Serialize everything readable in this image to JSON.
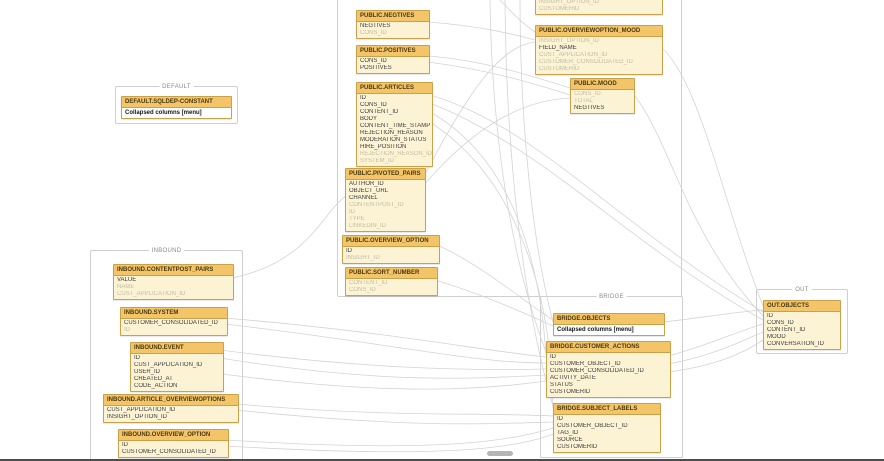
{
  "colors": {
    "table_header_bg": "#F4C469",
    "table_body_bg": "#FCF3D5",
    "table_border": "#C9A14B",
    "muted_column_text": "#C2BCA2",
    "relation_line": "#D4D4D4",
    "group_border": "#CFCFCF"
  },
  "groups": {
    "default": {
      "label": "DEFAULT"
    },
    "inbound": {
      "label": "INBOUND"
    },
    "bridge": {
      "label": "BRIDGE"
    },
    "out": {
      "label": "OUT"
    }
  },
  "tables": {
    "cropped_top": {
      "name": "",
      "columns": [
        {
          "name": "INSIGHT_OPTION_ID",
          "muted": true
        },
        {
          "name": "CUSTOMERID",
          "muted": true
        }
      ]
    },
    "public_negtives": {
      "name": "PUBLIC.NEGTIVES",
      "columns": [
        {
          "name": "NEGTIVES",
          "muted": false
        },
        {
          "name": "CONS_ID",
          "muted": true
        }
      ]
    },
    "public_positives": {
      "name": "PUBLIC.POSITIVES",
      "columns": [
        {
          "name": "CONS_ID",
          "muted": false
        },
        {
          "name": "POSITIVES",
          "muted": false
        }
      ]
    },
    "public_articles": {
      "name": "PUBLIC.ARTICLES",
      "columns": [
        {
          "name": "ID",
          "muted": false
        },
        {
          "name": "CONS_ID",
          "muted": false
        },
        {
          "name": "CONTENT_ID",
          "muted": false
        },
        {
          "name": "BODY",
          "muted": false
        },
        {
          "name": "CONTENT_TIME_STAMP",
          "muted": false
        },
        {
          "name": "REJECTION_REASON",
          "muted": false
        },
        {
          "name": "MODERATION_STATUS",
          "muted": false
        },
        {
          "name": "HIRE_POSITION",
          "muted": false
        },
        {
          "name": "REJECTION_REASON_ID",
          "muted": true
        },
        {
          "name": "SYSTEM_ID",
          "muted": true
        }
      ]
    },
    "public_pivoted_pairs": {
      "name": "PUBLIC.PIVOTED_PAIRS",
      "columns": [
        {
          "name": "AUTHOR_ID",
          "muted": false
        },
        {
          "name": "OBJECT_URL",
          "muted": false
        },
        {
          "name": "CHANNEL",
          "muted": false
        },
        {
          "name": "CONTENTPOST_ID",
          "muted": true
        },
        {
          "name": "ID",
          "muted": true
        },
        {
          "name": "TYPE",
          "muted": true
        },
        {
          "name": "LINKEDIN_ID",
          "muted": true
        }
      ]
    },
    "public_overview_option": {
      "name": "PUBLIC.OVERVIEW_OPTION",
      "columns": [
        {
          "name": "ID",
          "muted": false
        },
        {
          "name": "INSIGHT_ID",
          "muted": true
        }
      ]
    },
    "public_sort_number": {
      "name": "PUBLIC.SORT_NUMBER",
      "columns": [
        {
          "name": "CONTENT_ID",
          "muted": true
        },
        {
          "name": "CONS_ID",
          "muted": true
        }
      ]
    },
    "public_overviewoption_mood": {
      "name": "PUBLIC.OVERVIEWOPTION_MOOD",
      "columns": [
        {
          "name": "INSIGHT_OPTION_ID",
          "muted": true
        },
        {
          "name": "FIELD_NAME",
          "muted": false
        },
        {
          "name": "CUST_APPLICATION_ID",
          "muted": true
        },
        {
          "name": "CUSTOMER_CONSOLIDATED_ID",
          "muted": true
        },
        {
          "name": "CUSTOMERID",
          "muted": true
        }
      ]
    },
    "public_mood": {
      "name": "PUBLIC.MOOD",
      "columns": [
        {
          "name": "CONS_ID",
          "muted": true
        },
        {
          "name": "TOTAL",
          "muted": true
        },
        {
          "name": "NEGTIVES",
          "muted": false
        }
      ]
    },
    "default_sqldep_constant": {
      "name": "DEFAULT.SQLDEP-CONSTANT",
      "collapsed_label": "Collapsed columns [menu]"
    },
    "inbound_contentpost_pairs": {
      "name": "INBOUND.CONTENTPOST_PAIRS",
      "columns": [
        {
          "name": "VALUE",
          "muted": false
        },
        {
          "name": "NAME",
          "muted": true
        },
        {
          "name": "CUST_APPLICATION_ID",
          "muted": true
        }
      ]
    },
    "inbound_system": {
      "name": "INBOUND.SYSTEM",
      "columns": [
        {
          "name": "CUSTOMER_CONSOLIDATED_ID",
          "muted": false
        },
        {
          "name": "ID",
          "muted": true
        }
      ]
    },
    "inbound_event": {
      "name": "INBOUND.EVENT",
      "columns": [
        {
          "name": "ID",
          "muted": false
        },
        {
          "name": "CUST_APPLICATION_ID",
          "muted": false
        },
        {
          "name": "USER_ID",
          "muted": false
        },
        {
          "name": "CREATED_AT",
          "muted": false
        },
        {
          "name": "CODE_ACTION",
          "muted": false
        }
      ]
    },
    "inbound_article_overviewoptions": {
      "name": "INBOUND.ARTICLE_OVERVIEWOPTIONS",
      "columns": [
        {
          "name": "CUST_APPLICATION_ID",
          "muted": false
        },
        {
          "name": "INSIGHT_OPTION_ID",
          "muted": false
        }
      ]
    },
    "inbound_overview_option": {
      "name": "INBOUND.OVERVIEW_OPTION",
      "columns": [
        {
          "name": "ID",
          "muted": false
        },
        {
          "name": "CUSTOMER_CONSOLIDATED_ID",
          "muted": false
        }
      ]
    },
    "bridge_objects": {
      "name": "BRIDGE.OBJECTS",
      "collapsed_label": "Collapsed columns [menu]"
    },
    "bridge_customer_actions": {
      "name": "BRIDGE.CUSTOMER_ACTIONS",
      "columns": [
        {
          "name": "ID",
          "muted": false
        },
        {
          "name": "CUSTOMER_OBJECT_ID",
          "muted": false
        },
        {
          "name": "CUSTOMER_CONSOLIDATED_ID",
          "muted": false
        },
        {
          "name": "ACTIVITY_DATE",
          "muted": false
        },
        {
          "name": "STATUS",
          "muted": false
        },
        {
          "name": "CUSTOMERID",
          "muted": false
        }
      ]
    },
    "bridge_subject_labels": {
      "name": "BRIDGE.SUBJECT_LABELS",
      "columns": [
        {
          "name": "ID",
          "muted": false
        },
        {
          "name": "CUSTOMER_OBJECT_ID",
          "muted": false
        },
        {
          "name": "TAG_ID",
          "muted": false
        },
        {
          "name": "SOURCE",
          "muted": false
        },
        {
          "name": "CUSTOMERID",
          "muted": false
        }
      ]
    },
    "out_objects": {
      "name": "OUT.OBJECTS",
      "columns": [
        {
          "name": "ID",
          "muted": false
        },
        {
          "name": "CONS_ID",
          "muted": false
        },
        {
          "name": "CONTENT_ID",
          "muted": false
        },
        {
          "name": "MOOD",
          "muted": false
        },
        {
          "name": "CONVERSATION_ID",
          "muted": false
        }
      ]
    }
  }
}
